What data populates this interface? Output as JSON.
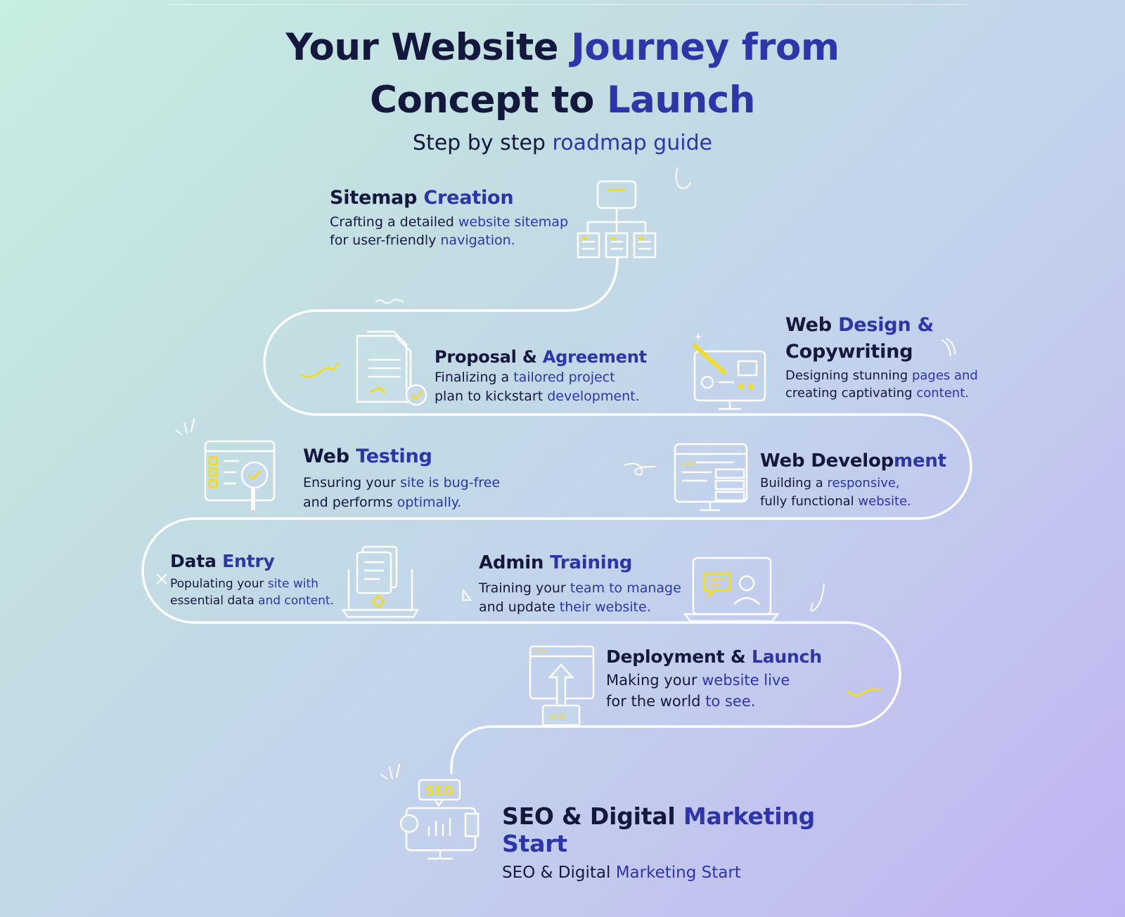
{
  "header": {
    "title_line1_a": "Your Website",
    "title_line1_b": "Journey from",
    "title_line2_a": "Concept to",
    "title_line2_b": "Launch",
    "subtitle_a": "Step by step",
    "subtitle_b": "roadmap guide"
  },
  "steps": [
    {
      "title_a": "Sitemap",
      "title_b": "Creation",
      "desc1_a": "Crafting a detailed",
      "desc1_b": "website sitemap",
      "desc2_a": "for user-friendly",
      "desc2_b": "navigation.",
      "icon": "sitemap-icon"
    },
    {
      "title_a": "Proposal &",
      "title_b": "Agreement",
      "desc1_a": "Finalizing a",
      "desc1_b": "tailored project",
      "desc2_a": "plan to kickstart",
      "desc2_b": "development.",
      "icon": "document-check-icon"
    },
    {
      "title_a": "Web",
      "title_b": "Design &",
      "title_c": "Copywriting",
      "desc1_a": "Designing stunning",
      "desc1_b": "pages and",
      "desc2_a": "creating captivating",
      "desc2_b": "content.",
      "icon": "design-monitor-icon"
    },
    {
      "title_a": "Web",
      "title_b": "Testing",
      "desc1_a": "Ensuring your",
      "desc1_b": "site is bug-free",
      "desc2_a": "and performs",
      "desc2_b": "optimally.",
      "icon": "testing-magnifier-icon"
    },
    {
      "title_a": "Web Develop",
      "title_b": "ment",
      "desc1_a": "Building a",
      "desc1_b": "responsive,",
      "desc2_a": "fully functional",
      "desc2_b": "website.",
      "icon": "code-monitor-icon"
    },
    {
      "title_a": "Data",
      "title_b": "Entry",
      "desc1_a": "Populating your",
      "desc1_b": "site with",
      "desc2_a": "essential data",
      "desc2_b": "and content.",
      "icon": "laptop-documents-icon"
    },
    {
      "title_a": "Admin",
      "title_b": "Training",
      "desc1_a": "Training your",
      "desc1_b": "team to manage",
      "desc2_a": "and update",
      "desc2_b": "their website.",
      "icon": "laptop-video-training-icon"
    },
    {
      "title_a": "Deployment &",
      "title_b": "Launch",
      "desc1_a": "Making your",
      "desc1_b": "website live",
      "desc2_a": "for the world",
      "desc2_b": "to see.",
      "icon": "upload-code-icon"
    },
    {
      "title_a": "SEO & Digital",
      "title_b": "Marketing Start",
      "desc1_a": "SEO & Digital",
      "desc1_b": "Marketing Start",
      "icon": "seo-monitor-icon",
      "icon_text": "SEO"
    }
  ],
  "colors": {
    "accent_blue": "#2d35a8",
    "dark": "#14183d",
    "highlight_yellow": "#f2dc2a",
    "path_white": "#ffffff"
  }
}
